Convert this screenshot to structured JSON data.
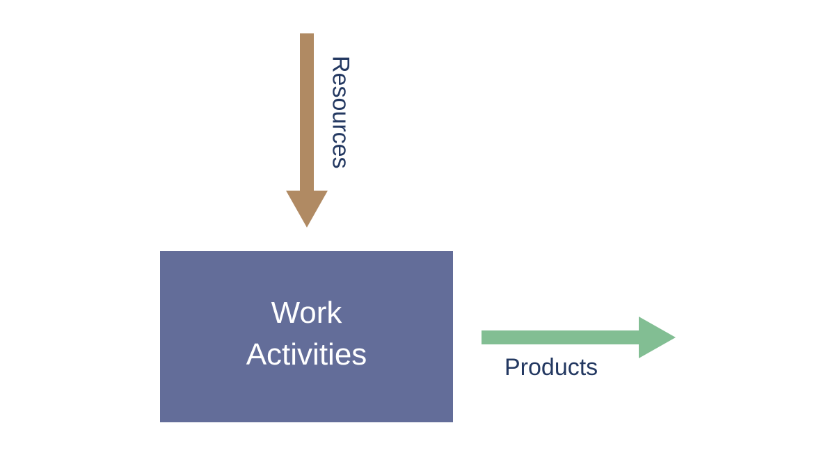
{
  "diagram": {
    "work_activities": {
      "label": "Work\nActivities",
      "fill": "#636d99",
      "text_color": "#ffffff"
    },
    "resources": {
      "label": "Resources",
      "arrow_color": "#b08a63",
      "text_color": "#233861",
      "direction": "down"
    },
    "products": {
      "label": "Products",
      "arrow_color": "#82be93",
      "text_color": "#233861",
      "direction": "right"
    }
  }
}
